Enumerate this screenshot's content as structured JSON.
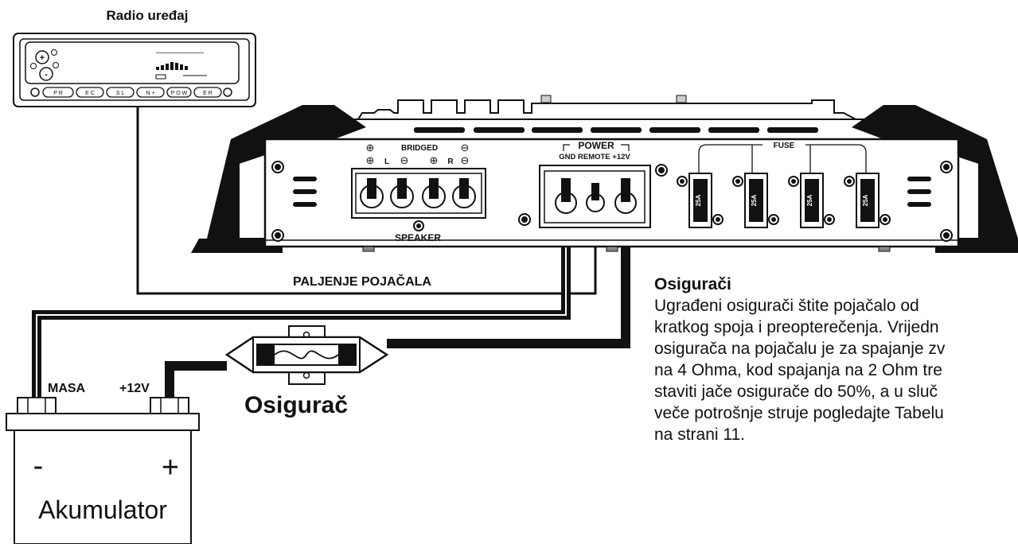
{
  "radio": {
    "title": "Radio uređaj",
    "buttons": [
      "P R",
      "E C",
      "S L",
      "N +",
      "P O W",
      "E R"
    ]
  },
  "amplifier": {
    "bridged_label": "BRIDGED",
    "speaker_label": "SPEAKER",
    "left_label": "L",
    "right_label": "R",
    "plus_symbol": "⊕",
    "minus_symbol": "⊖",
    "power_label": "POWER",
    "power_terminals": "GND  REMOTE +12V",
    "fuse_label": "FUSE",
    "fuse_values": [
      "25A",
      "25A",
      "25A",
      "25A"
    ]
  },
  "wiring": {
    "remote_label": "PALJENJE POJAČALA",
    "ground_label": "MASA",
    "positive_label": "+12V",
    "inline_fuse_label": "Osigurač"
  },
  "battery": {
    "label": "Akumulator",
    "minus": "-",
    "plus": "+"
  },
  "note": {
    "title": "Osigurači",
    "lines": [
      "Ugrađeni osigurači štite pojačalo od",
      "kratkog spoja i preopterečenja. Vrijedn",
      "osigurača na pojačalu je za spajanje zv",
      "na 4 Ohma, kod spajanja na 2 Ohm tre",
      "staviti jače  osigurače do 50%, a u sluč",
      "veče potrošnje struje pogledajte Tabelu",
      "na strani 11."
    ]
  }
}
